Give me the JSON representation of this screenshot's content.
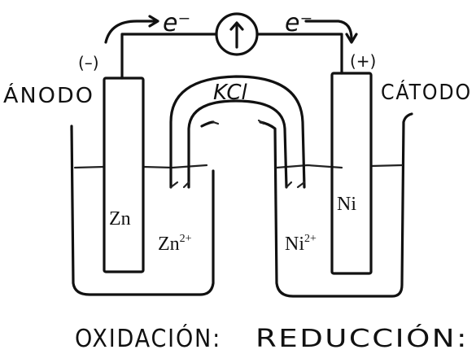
{
  "labels": {
    "anode": "ÁNODO",
    "cathode": "CÁTODO",
    "anode_sign": "(–)",
    "cathode_sign": "(+)",
    "electron_left": "e⁻",
    "electron_right": "e⁻",
    "salt_bridge": "KCl",
    "anode_metal": "Zn",
    "cathode_metal": "Ni",
    "anode_ion_base": "Zn",
    "anode_ion_charge": "2+",
    "cathode_ion_base": "Ni",
    "cathode_ion_charge": "2+",
    "oxidation": "OXIDACIÓN:",
    "reduction": "REDUCCIÓN:"
  },
  "colors": {
    "ink": "#111111",
    "background": "#ffffff"
  },
  "icons": {
    "meter": "galvanometer-icon",
    "arrow": "flow-arrow-icon"
  }
}
